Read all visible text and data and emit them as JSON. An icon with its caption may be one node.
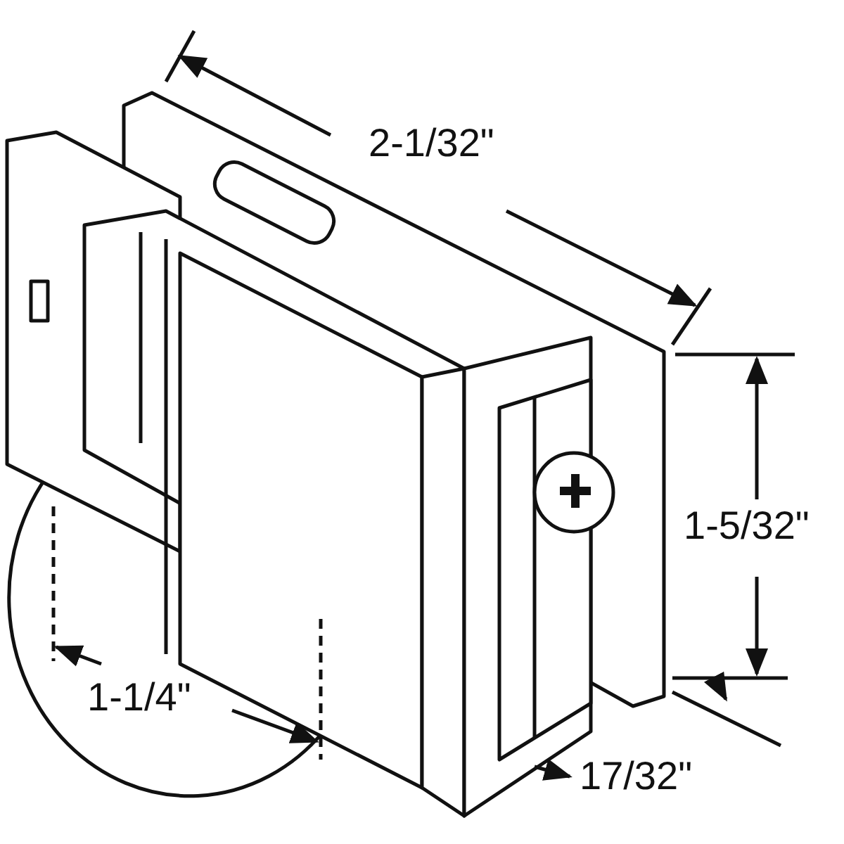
{
  "diagram": {
    "labels": [
      "2-1/32\"",
      "1-5/32\"",
      "1-1/4\"",
      "17/32\""
    ]
  }
}
